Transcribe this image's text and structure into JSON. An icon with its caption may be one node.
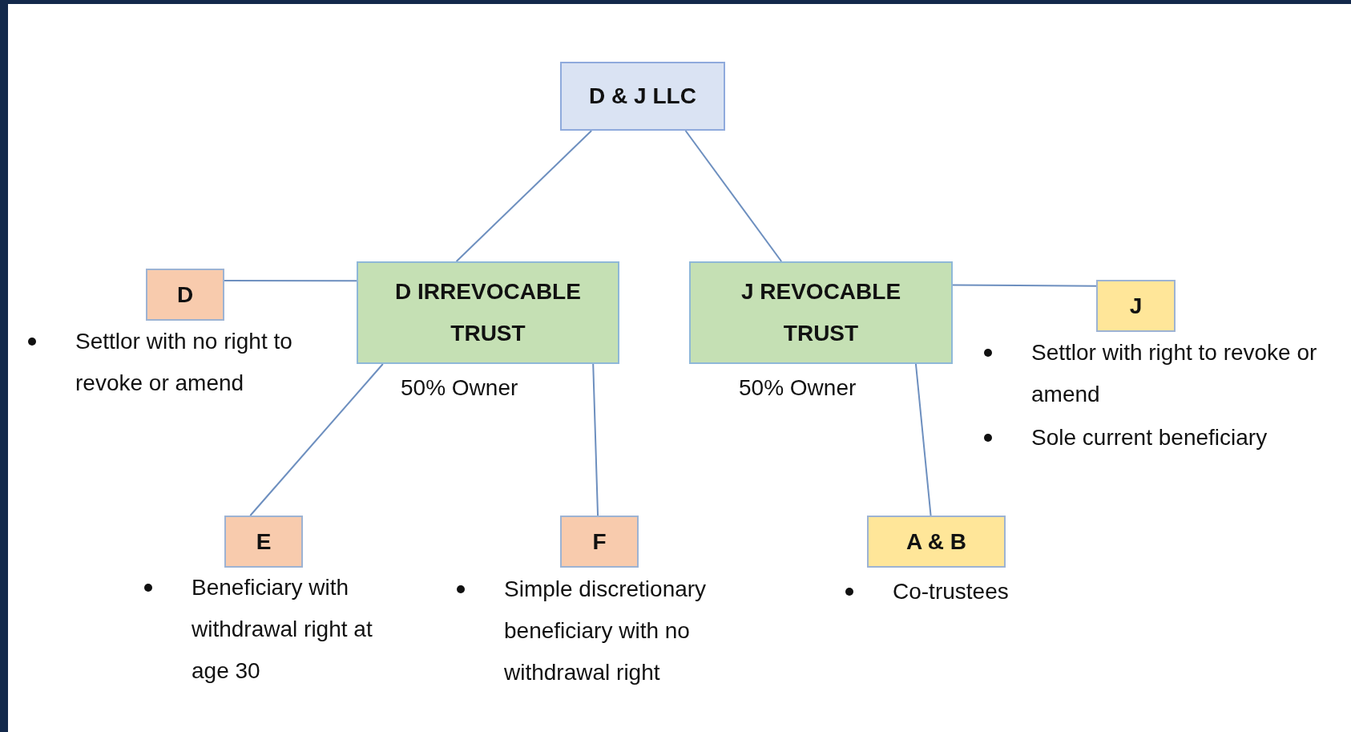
{
  "diagram": {
    "nodes": [
      {
        "text": [
          "D & J LLC"
        ]
      },
      {
        "text": [
          "D IRREVOCABLE TRUST"
        ],
        "beside": [
          "50% Owner"
        ]
      },
      {
        "text": [
          "J REVOCABLE TRUST"
        ],
        "beside": [
          "50% Owner"
        ]
      },
      {
        "text": [
          "D"
        ],
        "beside": [
          "Settlor with no right to revoke or amend"
        ]
      },
      {
        "text": [
          "J"
        ],
        "beside": [
          "Settlor with right to revoke or amend",
          "Sole current beneficiary"
        ]
      },
      {
        "text": [
          "E"
        ],
        "beside": [
          "Beneficiary with withdrawal right at age 30"
        ]
      },
      {
        "text": [
          "F"
        ],
        "beside": [
          "Simple discretionary beneficiary with no withdrawal right"
        ]
      },
      {
        "text": [
          "A & B"
        ],
        "beside": [
          "Co-trustees"
        ]
      }
    ],
    "edges": [
      {
        "from": 0,
        "to": 1,
        "arrow": "none"
      },
      {
        "from": 0,
        "to": 2,
        "arrow": "none"
      },
      {
        "from": 1,
        "to": 3,
        "arrow": "none"
      },
      {
        "from": 2,
        "to": 4,
        "arrow": "none"
      },
      {
        "from": 1,
        "to": 5,
        "arrow": "none"
      },
      {
        "from": 1,
        "to": 6,
        "arrow": "none"
      },
      {
        "from": 2,
        "to": 7,
        "arrow": "none"
      }
    ]
  }
}
